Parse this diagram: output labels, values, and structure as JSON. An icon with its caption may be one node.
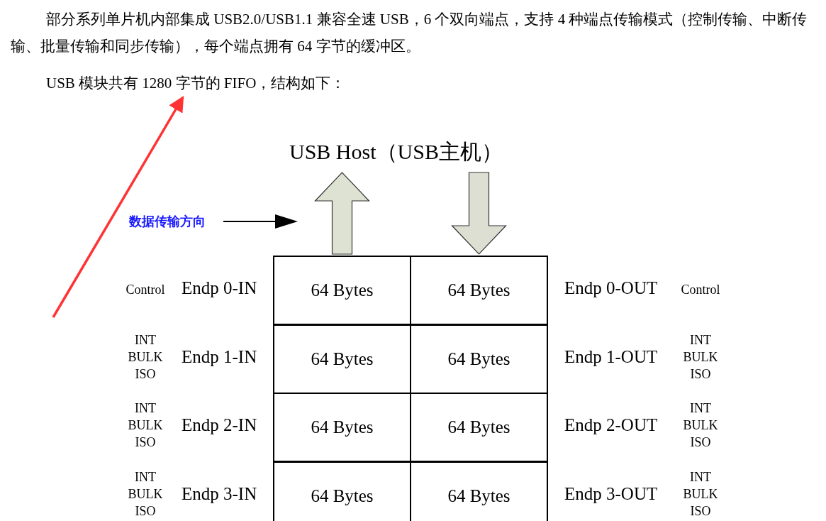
{
  "diagram": {
    "nodes": [
      {
        "text": [
          "USB 模块共有 1280 字节的 FIFO，结构如下："
        ]
      },
      {
        "text": [
          "USB Host（USB主机）"
        ]
      },
      {
        "text": [
          "64 Bytes"
        ]
      },
      {
        "text": [
          "64 Bytes"
        ]
      },
      {
        "text": [
          "64 Bytes"
        ]
      },
      {
        "text": [
          "64 Bytes"
        ]
      },
      {
        "text": [
          "64 Bytes"
        ]
      },
      {
        "text": [
          "64 Bytes"
        ]
      },
      {
        "text": [
          "64 Bytes"
        ]
      },
      {
        "text": [
          "64 Bytes"
        ]
      }
    ],
    "edges": [
      {
        "from": null,
        "to": 0,
        "arrow": "to",
        "color": "#ff3333"
      },
      {
        "from": 2,
        "to": 1,
        "arrow": "to",
        "style": "thick"
      },
      {
        "from": 1,
        "to": 3,
        "arrow": "to",
        "style": "thick"
      }
    ],
    "labels": [
      "部分系列单片机内部集成 USB2.0/USB1.1 兼容全速 USB，6 个双向端点，支持 4 种端点传输模式（控制传输、中断传输、批量传输和同步传输），每个端点拥有 64 字节的缓冲区。",
      "数据传输方向",
      "Control",
      "Endp 0-IN",
      "Endp 0-OUT",
      "Control",
      "INT BULK ISO",
      "Endp 1-IN",
      "Endp 1-OUT",
      "INT BULK ISO",
      "INT BULK ISO",
      "Endp 2-IN",
      "Endp 2-OUT",
      "INT BULK ISO",
      "INT BULK ISO",
      "Endp 3-IN",
      "Endp 3-OUT",
      "INT BULK ISO"
    ]
  }
}
